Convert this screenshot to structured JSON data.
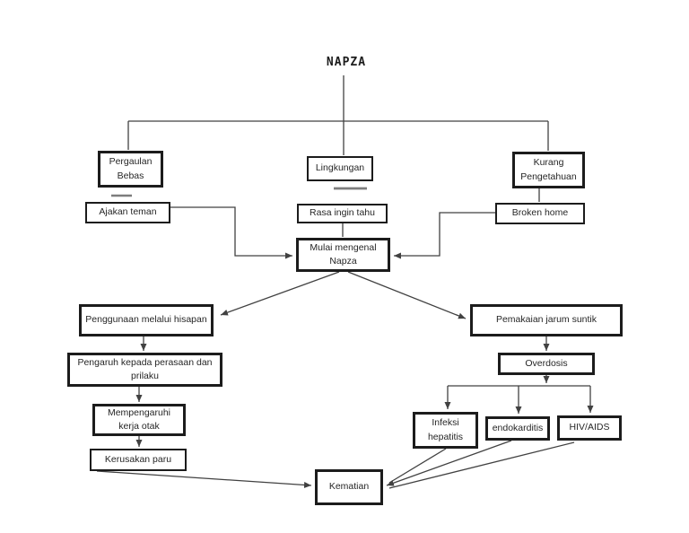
{
  "title": "NAPZA",
  "nodes": {
    "pergaulan_bebas": "Pergaulan Bebas",
    "lingkungan": "Lingkungan",
    "kurang_pengetahuan": "Kurang Pengetahuan",
    "ajakan_teman": "Ajakan teman",
    "rasa_ingin_tahu": "Rasa ingin tahu",
    "broken_home": "Broken home",
    "mulai_mengenal": "Mulai mengenal Napza",
    "penggunaan_hisapan": "Penggunaan melalui hisapan",
    "pemakaian_jarum": "Pemakaian jarum suntik",
    "pengaruh_perasaan": "Pengaruh kepada perasaan dan prilaku",
    "mempengaruhi_otak": "Mempengaruhi kerja otak",
    "kerusakan_paru": "Kerusakan paru",
    "overdosis": "Overdosis",
    "infeksi_hepatitis": "Infeksi hepatitis",
    "endokarditis": "endokarditis",
    "hiv_aids": "HIV/AIDS",
    "kematian": "Kematian"
  },
  "edges": [
    {
      "from": "NAPZA",
      "to": "Pergaulan Bebas"
    },
    {
      "from": "NAPZA",
      "to": "Lingkungan"
    },
    {
      "from": "NAPZA",
      "to": "Kurang Pengetahuan"
    },
    {
      "from": "Pergaulan Bebas",
      "to": "Ajakan teman"
    },
    {
      "from": "Lingkungan",
      "to": "Rasa ingin tahu"
    },
    {
      "from": "Kurang Pengetahuan",
      "to": "Broken home"
    },
    {
      "from": "Ajakan teman",
      "to": "Mulai mengenal Napza"
    },
    {
      "from": "Rasa ingin tahu",
      "to": "Mulai mengenal Napza"
    },
    {
      "from": "Broken home",
      "to": "Mulai mengenal Napza"
    },
    {
      "from": "Mulai mengenal Napza",
      "to": "Penggunaan melalui hisapan"
    },
    {
      "from": "Mulai mengenal Napza",
      "to": "Pemakaian jarum suntik"
    },
    {
      "from": "Penggunaan melalui hisapan",
      "to": "Pengaruh kepada perasaan dan prilaku"
    },
    {
      "from": "Pengaruh kepada perasaan dan prilaku",
      "to": "Mempengaruhi kerja otak"
    },
    {
      "from": "Mempengaruhi kerja otak",
      "to": "Kerusakan paru"
    },
    {
      "from": "Kerusakan paru",
      "to": "Kematian"
    },
    {
      "from": "Pemakaian jarum suntik",
      "to": "Overdosis"
    },
    {
      "from": "Overdosis",
      "to": "Infeksi hepatitis"
    },
    {
      "from": "Overdosis",
      "to": "endokarditis"
    },
    {
      "from": "Overdosis",
      "to": "HIV/AIDS"
    },
    {
      "from": "Infeksi hepatitis",
      "to": "Kematian"
    },
    {
      "from": "endokarditis",
      "to": "Kematian"
    },
    {
      "from": "HIV/AIDS",
      "to": "Kematian"
    }
  ],
  "colors": {
    "background": "#ffffff",
    "box_border": "#1c1c1c",
    "line": "#414141",
    "text": "#262626",
    "dash": "#7d7d7d"
  }
}
